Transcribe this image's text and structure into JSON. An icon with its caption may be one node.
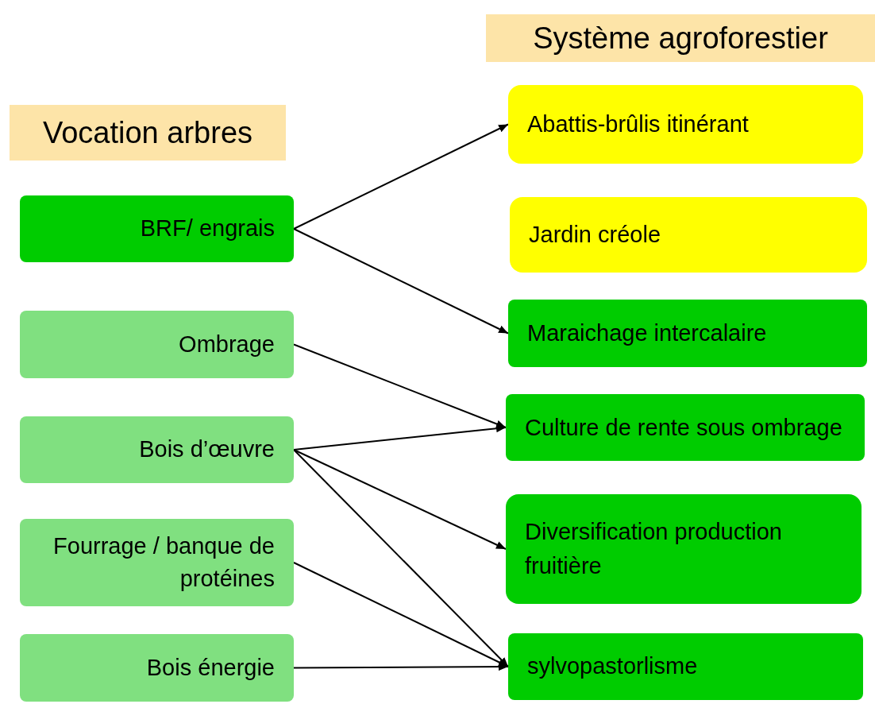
{
  "diagram": {
    "nodes": [
      {
        "text": [
          "Système agroforestier"
        ]
      },
      {
        "text": [
          "Vocation arbres"
        ]
      },
      {
        "text": [
          "Abattis-brûlis itinérant"
        ]
      },
      {
        "text": [
          "BRF/ engrais"
        ]
      },
      {
        "text": [
          "Jardin créole"
        ]
      },
      {
        "text": [
          "Maraichage intercalaire"
        ]
      },
      {
        "text": [
          "Ombrage"
        ]
      },
      {
        "text": [
          "Culture de rente sous ombrage"
        ]
      },
      {
        "text": [
          "Bois d’œuvre"
        ]
      },
      {
        "text": [
          "Diversification production fruitière"
        ]
      },
      {
        "text": [
          "Fourrage / banque de protéines"
        ]
      },
      {
        "text": [
          "sylvopastorlisme"
        ]
      },
      {
        "text": [
          "Bois énergie"
        ]
      }
    ],
    "edges": [
      {
        "from": 3,
        "to": 2,
        "arrow": "to"
      },
      {
        "from": 3,
        "to": 5,
        "arrow": "to"
      },
      {
        "from": 6,
        "to": 7,
        "arrow": "to"
      },
      {
        "from": 8,
        "to": 7,
        "arrow": "to"
      },
      {
        "from": 8,
        "to": 9,
        "arrow": "to"
      },
      {
        "from": 8,
        "to": 11,
        "arrow": "to"
      },
      {
        "from": 10,
        "to": 11,
        "arrow": "to"
      },
      {
        "from": 12,
        "to": 11,
        "arrow": "to"
      }
    ]
  }
}
